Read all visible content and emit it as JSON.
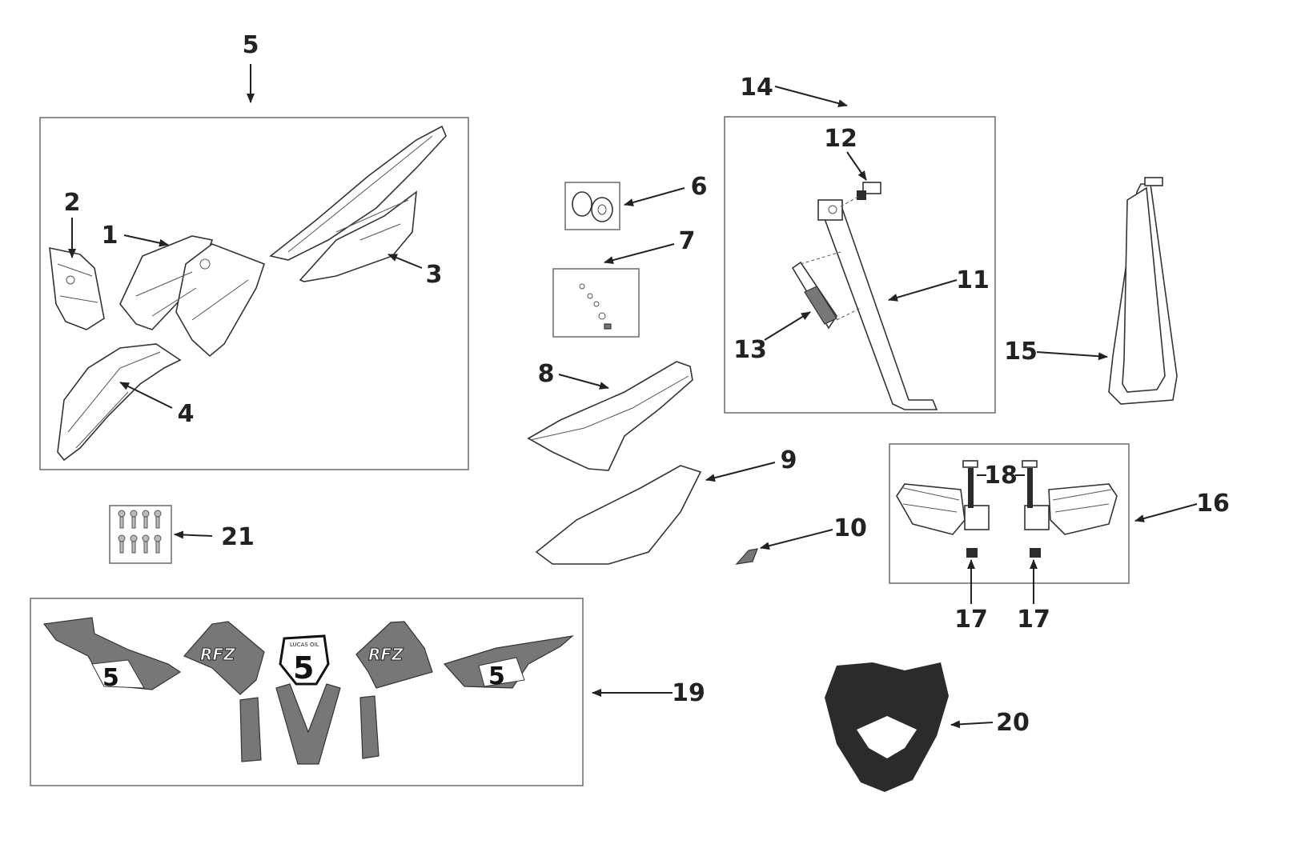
{
  "title": "Plastics, seat, stand and decals parts diagram",
  "callouts": {
    "c1": "1",
    "c2": "2",
    "c3": "3",
    "c4": "4",
    "c5": "5",
    "c6": "6",
    "c7": "7",
    "c8": "8",
    "c9": "9",
    "c10": "10",
    "c11": "11",
    "c12": "12",
    "c13": "13",
    "c14": "14",
    "c15": "15",
    "c16": "16",
    "c17a": "17",
    "c17b": "17",
    "c18": "18",
    "c19": "19",
    "c20": "20",
    "c21": "21"
  },
  "decals": {
    "brand": "RFZ",
    "number": "5",
    "sponsor": "LUCAS OIL"
  },
  "colors": {
    "line": "#222222",
    "box": "#6a6a6a",
    "decal_grey": "#777777",
    "headlight_mask": "#2b2b2b"
  }
}
